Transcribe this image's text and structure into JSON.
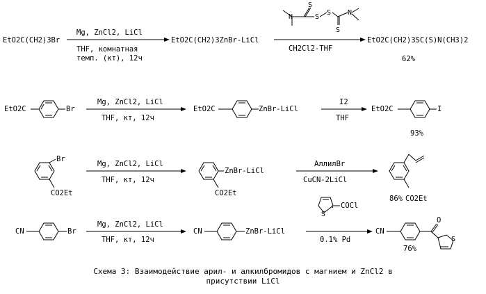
{
  "reactions": [
    {
      "reactant": "EtO2C(CH2)3Br",
      "step1_above": "Mg, ZnCl2, LiCl",
      "step1_below_1": "THF, комнатная",
      "step1_below_2": "темп. (кт), 12ч",
      "intermediate": "EtO2C(CH2)3ZnBr-LiCl",
      "step2_below": "CH2Cl2-THF",
      "product": "EtO2C(CH2)3SC(S)N(CH3)2",
      "yield": "62%"
    },
    {
      "reactant_group": "EtO2C",
      "reactant_sub": "Br",
      "step1_above": "Mg, ZnCl2, LiCl",
      "step1_below": "THF, кт, 12ч",
      "intermediate_group": "EtO2C",
      "intermediate_sub": "ZnBr-LiCl",
      "step2_above": "I2",
      "step2_below": "THF",
      "product_group": "EtO2C",
      "product_sub": "I",
      "yield": "93%"
    },
    {
      "reactant_sub1": "Br",
      "reactant_sub2": "CO2Et",
      "step1_above": "Mg, ZnCl2, LiCl",
      "step1_below": "THF, кт, 12ч",
      "intermediate_sub1": "ZnBr-LiCl",
      "intermediate_sub2": "CO2Et",
      "step2_above": "АллилBr",
      "step2_below": "CuCN-2LiCl",
      "product_sub2": "CO2Et",
      "yield": "86%"
    },
    {
      "reactant_group": "CN",
      "reactant_sub": "Br",
      "step1_above": "Mg, ZnCl2, LiCl",
      "step1_below": "THF, кт, 12ч",
      "intermediate_group": "CN",
      "intermediate_sub": "ZnBr-LiCl",
      "reagent_cocl": "COCl",
      "step2_below": "0.1% Pd",
      "product_group": "CN",
      "product_o": "O",
      "yield": "76%"
    }
  ],
  "caption_line1": "Схема 3: Взаимодействие арил- и алкилбромидов с магнием и ZnCl2 в",
  "caption_line2": "присутствии LiCl"
}
